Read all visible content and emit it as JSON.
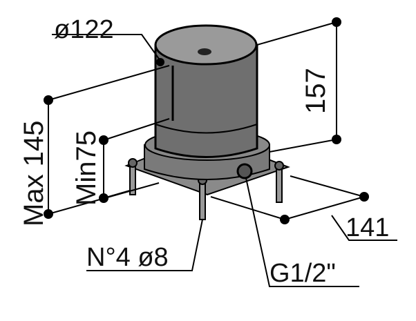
{
  "drawing": {
    "diameter_top": "ø122",
    "height_total": "157",
    "max_height": "Max 145",
    "min_height": "Min75",
    "base_width": "141",
    "anchors": "N°4 ø8",
    "connection": "G1/2\""
  }
}
